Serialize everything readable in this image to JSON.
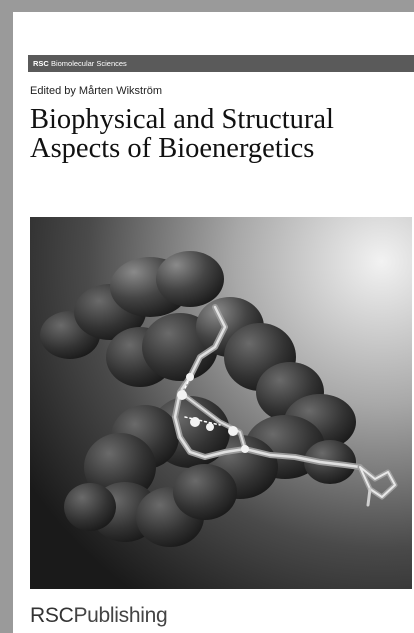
{
  "cover": {
    "series": {
      "brand": "RSC",
      "name": "Biomolecular Sciences"
    },
    "editor": "Edited by Mårten Wikström",
    "title_lines": [
      "Biophysical and Structural",
      "Aspects of Bioenergetics"
    ],
    "publisher": {
      "brand": "RSC",
      "name": "Publishing"
    }
  }
}
